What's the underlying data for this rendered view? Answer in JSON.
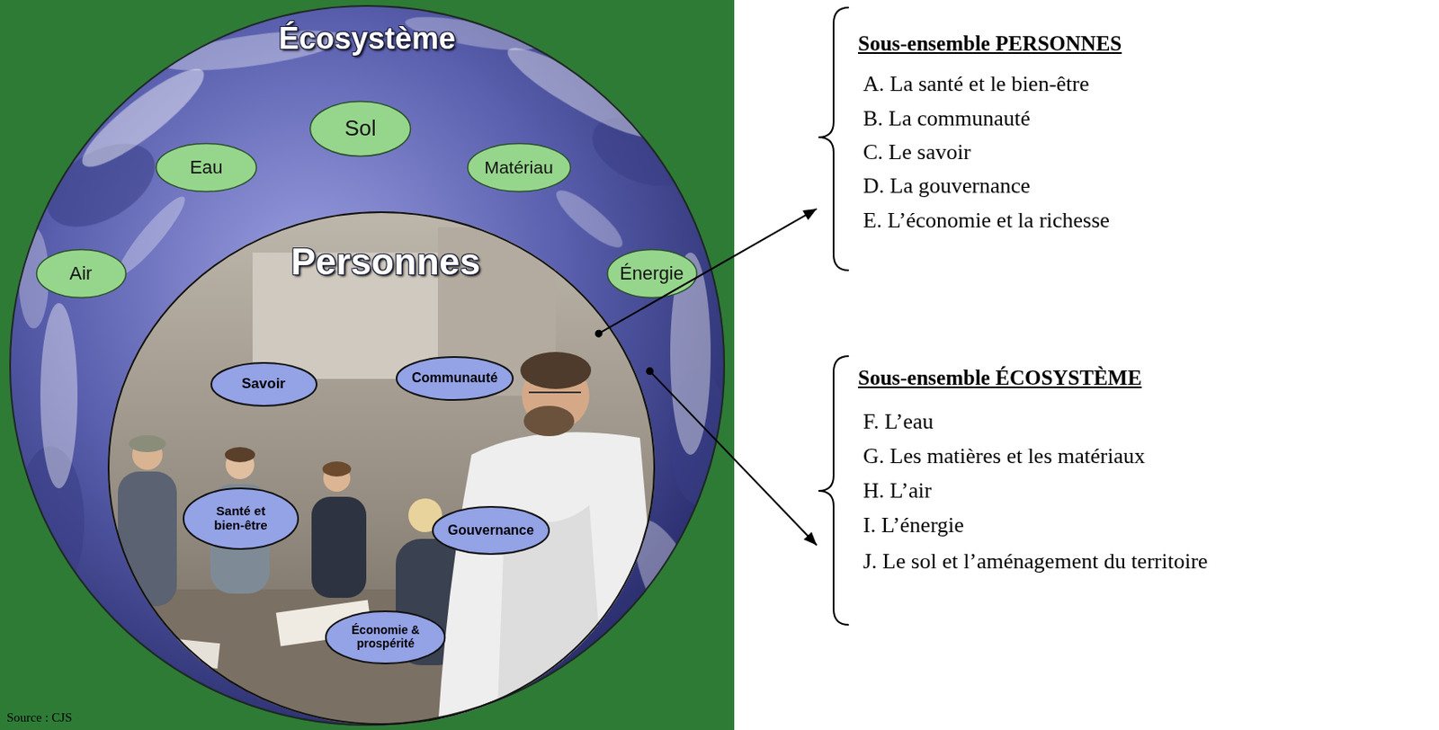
{
  "diagram": {
    "nodes": [
      {
        "text": [
          "Écosystème"
        ]
      },
      {
        "text": [
          "Sol"
        ],
        "in": 0
      },
      {
        "text": [
          "Eau"
        ],
        "in": 0
      },
      {
        "text": [
          "Matériau"
        ],
        "in": 0
      },
      {
        "text": [
          "Air"
        ],
        "in": 0
      },
      {
        "text": [
          "Énergie"
        ],
        "in": 0
      },
      {
        "text": [
          "Personnes"
        ],
        "in": 0
      },
      {
        "text": [
          "Savoir"
        ],
        "in": 6
      },
      {
        "text": [
          "Communauté"
        ],
        "in": 6
      },
      {
        "text": [
          "Santé et bien-être"
        ],
        "in": 6
      },
      {
        "text": [
          "Gouvernance"
        ],
        "in": 6
      },
      {
        "text": [
          "Économie & prospérité"
        ],
        "in": 6
      },
      {
        "text": [
          "Sous-ensemble PERSONNES",
          "A. La santé et le bien-être",
          "B. La communauté",
          "C. Le savoir",
          "D. La gouvernance",
          "E. L’économie et la richesse"
        ]
      },
      {
        "text": [
          "Sous-ensemble ÉCOSYSTÈME",
          "F. L’eau",
          "G. Les matières et les matériaux",
          "H. L’air",
          "I. L’énergie",
          "J. Le sol et l’aménagement du territoire"
        ]
      }
    ],
    "edges": [
      {
        "from": 6,
        "to": 12,
        "arrow": "to"
      },
      {
        "from": 0,
        "to": 13,
        "arrow": "to"
      }
    ],
    "labels": [
      "Source : CJS"
    ]
  }
}
